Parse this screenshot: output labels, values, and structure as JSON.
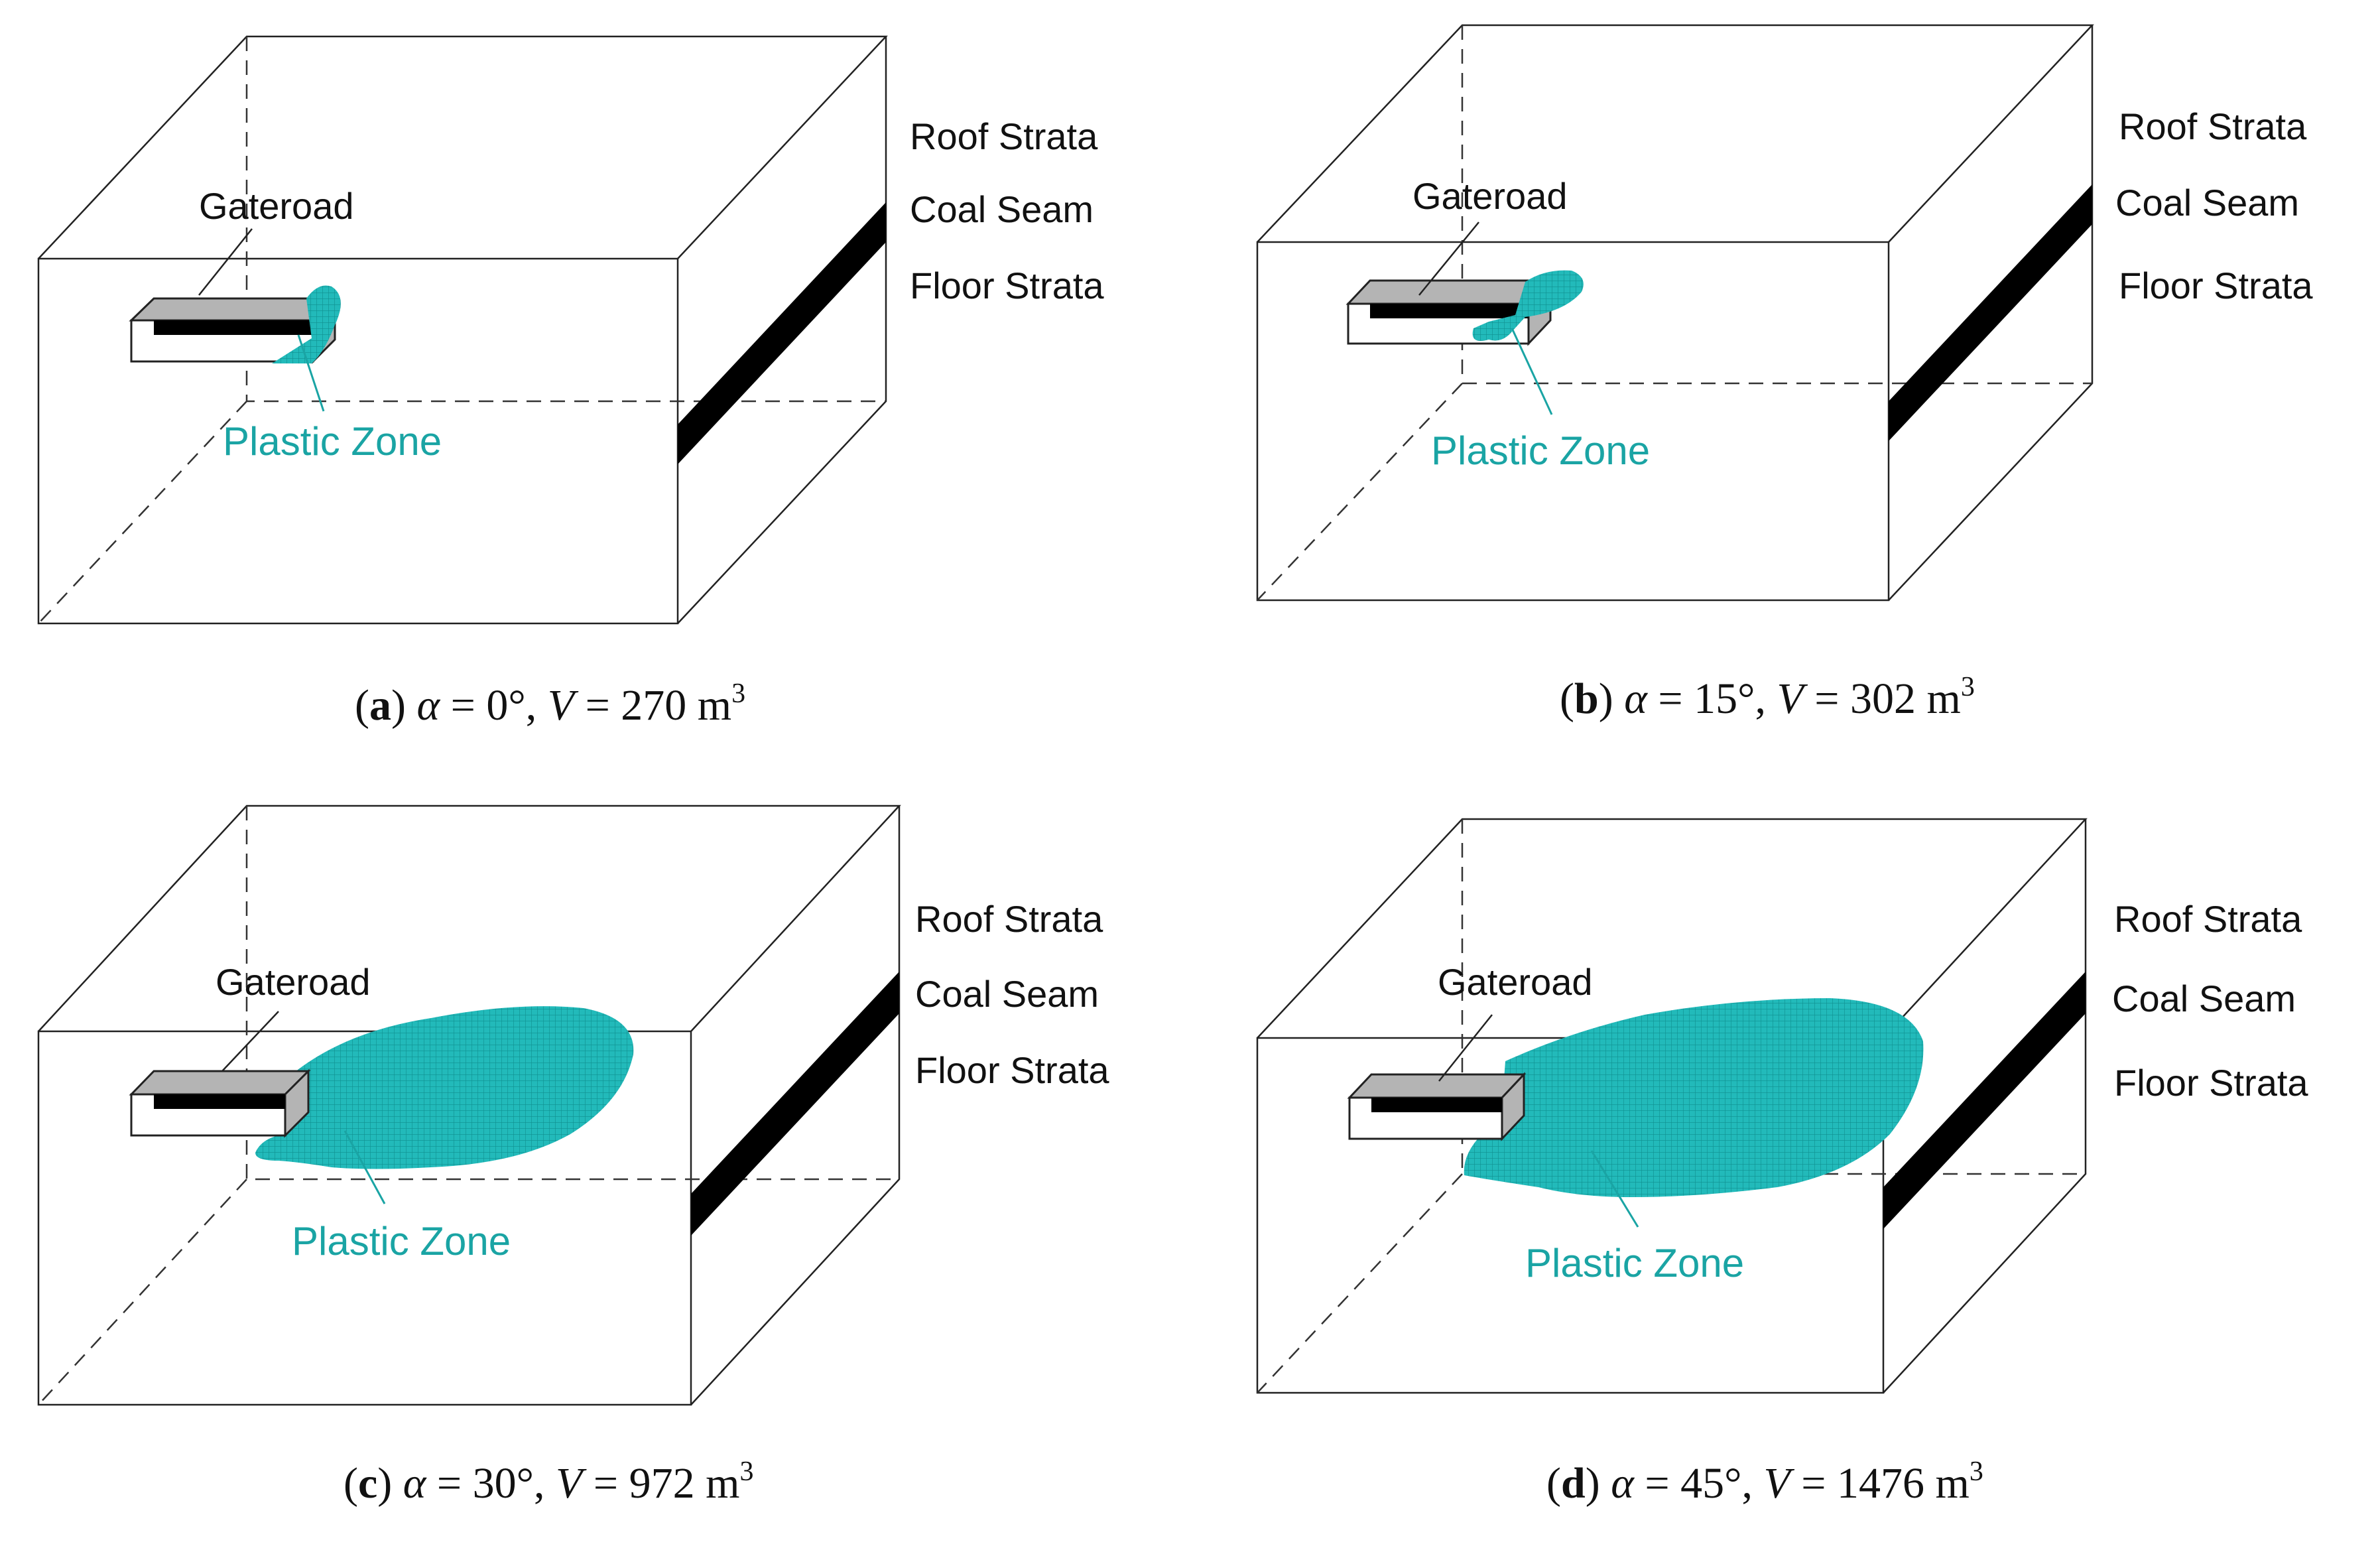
{
  "panels": [
    {
      "id": "a",
      "labels": {
        "roof": "Roof Strata",
        "coal": "Coal Seam",
        "floor": "Floor Strata",
        "gateroad": "Gateroad",
        "plastic_zone": "Plastic Zone"
      },
      "caption": {
        "letter": "a",
        "alpha_sym": "α",
        "alpha": " = 0°, ",
        "v_sym": "V",
        "volume": " = 270 m",
        "unit_sup": "3"
      }
    },
    {
      "id": "b",
      "labels": {
        "roof": "Roof Strata",
        "coal": "Coal Seam",
        "floor": "Floor Strata",
        "gateroad": "Gateroad",
        "plastic_zone": "Plastic Zone"
      },
      "caption": {
        "letter": "b",
        "alpha_sym": "α",
        "alpha": " = 15°, ",
        "v_sym": "V",
        "volume": " = 302 m",
        "unit_sup": "3"
      }
    },
    {
      "id": "c",
      "labels": {
        "roof": "Roof Strata",
        "coal": "Coal Seam",
        "floor": "Floor Strata",
        "gateroad": "Gateroad",
        "plastic_zone": "Plastic Zone"
      },
      "caption": {
        "letter": "c",
        "alpha_sym": "α",
        "alpha": " = 30°, ",
        "v_sym": "V",
        "volume": " = 972 m",
        "unit_sup": "3"
      }
    },
    {
      "id": "d",
      "labels": {
        "roof": "Roof Strata",
        "coal": "Coal Seam",
        "floor": "Floor Strata",
        "gateroad": "Gateroad",
        "plastic_zone": "Plastic Zone"
      },
      "caption": {
        "letter": "d",
        "alpha_sym": "α",
        "alpha": " = 45°, ",
        "v_sym": "V",
        "volume": " = 1476 m",
        "unit_sup": "3"
      }
    }
  ],
  "colors": {
    "plastic_zone": "#20b6b6",
    "plastic_zone_text": "#1aa4a4",
    "coal_seam": "#000000",
    "gateroad_fill": "#b4b4b4",
    "line": "#222222"
  }
}
